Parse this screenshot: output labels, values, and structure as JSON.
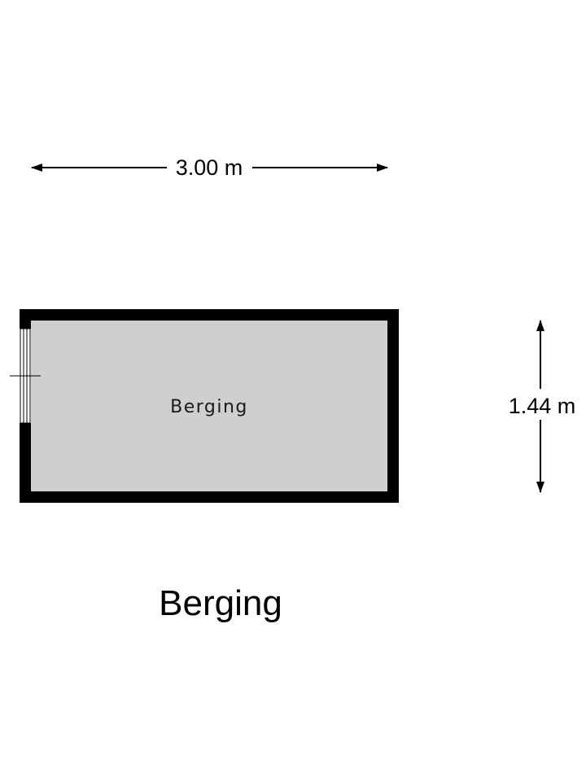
{
  "dimensions": {
    "width_label": "3.00 m",
    "height_label": "1.44 m"
  },
  "room": {
    "name": "Berging"
  },
  "floor": {
    "title": "Berging"
  },
  "colors": {
    "wall": "#000000",
    "floor_fill": "#cfcfcf",
    "background": "#ffffff"
  }
}
